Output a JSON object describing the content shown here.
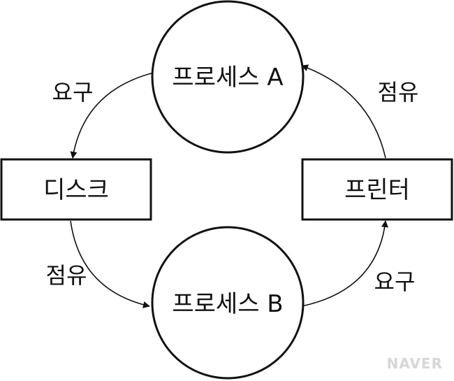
{
  "nodes": {
    "process_a": "프로세스 A",
    "process_b": "프로세스 B",
    "disk": "디스크",
    "printer": "프린터"
  },
  "edges": {
    "a_to_disk": "요구",
    "disk_to_b": "점유",
    "b_to_printer": "요구",
    "printer_to_a": "점유"
  },
  "watermark": "NAVER"
}
